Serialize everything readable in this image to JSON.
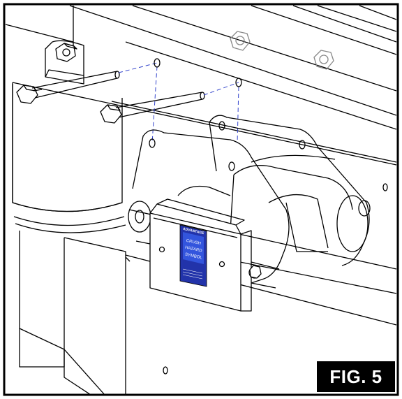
{
  "figure": {
    "label": "FIG. 5"
  },
  "placard": {
    "brand": "ADVANTAGE",
    "line1": "CRUSH",
    "line2": "HAZARD",
    "line3": "SYMBOL",
    "colors": {
      "placard_blue": "#2233aa",
      "line": "#000000",
      "hidden_line": "#3344cc"
    }
  }
}
